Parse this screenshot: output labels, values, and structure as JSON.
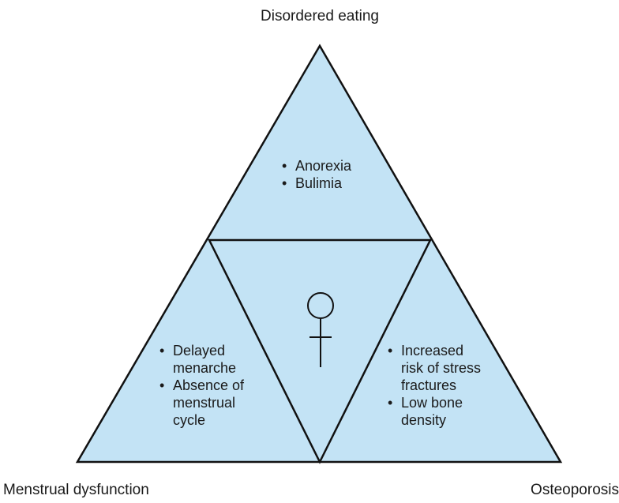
{
  "vertices": {
    "top": "Disordered eating",
    "left": "Menstrual dysfunction",
    "right": "Osteoporosis"
  },
  "center_icon": "female-symbol-icon",
  "fill_color": "#c3e3f5",
  "line_color": "#111111",
  "lists": {
    "top": [
      "Anorexia",
      "Bulimia"
    ],
    "left": [
      "Delayed menarche",
      "Absence of menstrual cycle"
    ],
    "right": [
      "Increased risk of stress fractures",
      "Low bone density"
    ]
  }
}
